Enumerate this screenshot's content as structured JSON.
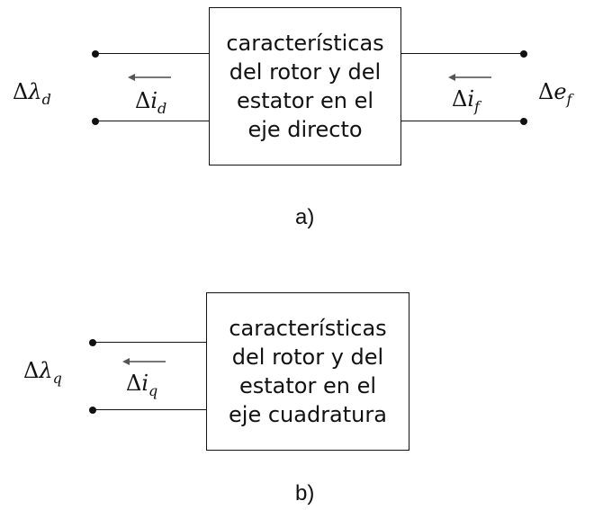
{
  "diagram_a": {
    "box_lines": [
      "características",
      "del rotor y del",
      "estator en el",
      "eje directo"
    ],
    "left_port": {
      "delta": "Δ",
      "symbol": "λ",
      "subscript": "d"
    },
    "left_current": {
      "delta": "Δ",
      "symbol": "i",
      "subscript": "d"
    },
    "right_current": {
      "delta": "Δ",
      "symbol": "i",
      "subscript": "f"
    },
    "right_port": {
      "delta": "Δ",
      "symbol": "e",
      "subscript": "f"
    },
    "caption": "a)"
  },
  "diagram_b": {
    "box_lines": [
      "características",
      "del rotor y del",
      "estator en el",
      "eje cuadratura"
    ],
    "left_port": {
      "delta": "Δ",
      "symbol": "λ",
      "subscript": "q"
    },
    "left_current": {
      "delta": "Δ",
      "symbol": "i",
      "subscript": "q"
    },
    "caption": "b)"
  }
}
